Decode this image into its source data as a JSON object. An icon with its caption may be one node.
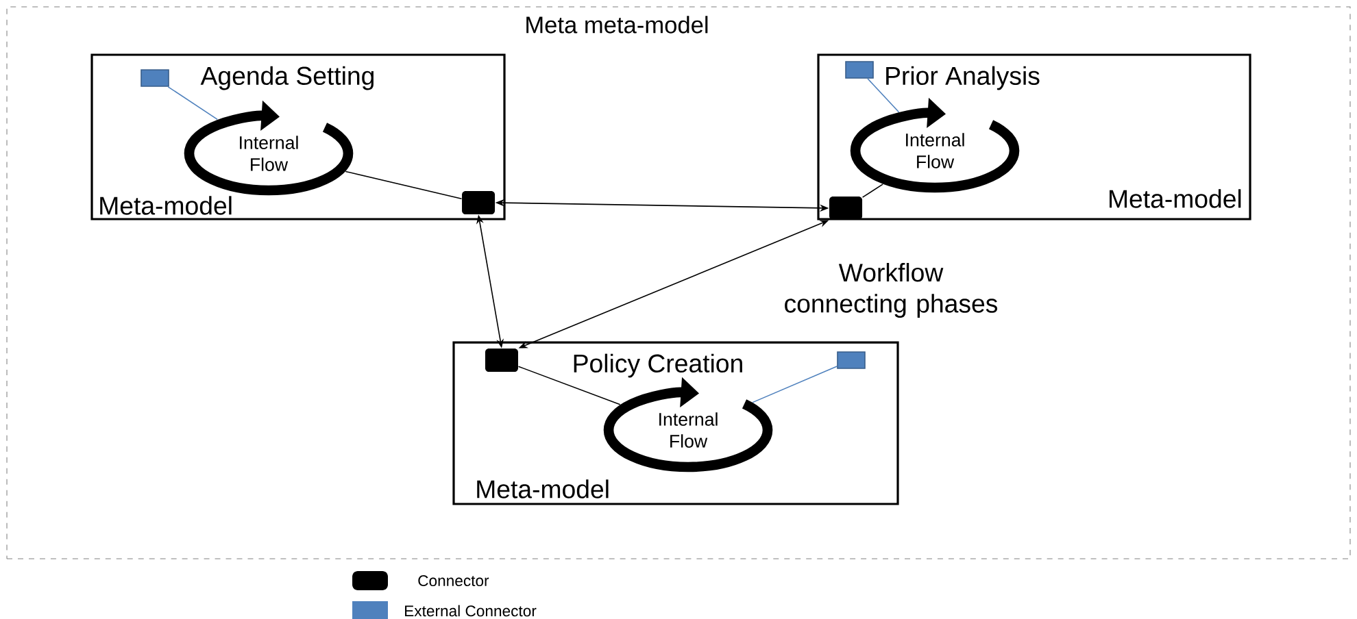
{
  "diagram": {
    "nodes": [
      {
        "text": [
          "Meta meta-model"
        ]
      },
      {
        "text": [
          "Agenda Setting",
          "Meta-model"
        ],
        "in": 0
      },
      {
        "text": [
          "Internal Flow"
        ],
        "in": 1
      },
      {
        "text": [],
        "shape": "box",
        "in": 1
      },
      {
        "text": [],
        "shape": "box",
        "in": 1
      },
      {
        "text": [
          "Prior Analysis",
          "Meta-model"
        ],
        "in": 0
      },
      {
        "text": [
          "Internal Flow"
        ],
        "in": 5
      },
      {
        "text": [],
        "shape": "box",
        "in": 5
      },
      {
        "text": [],
        "shape": "box",
        "in": 5
      },
      {
        "text": [
          "Policy Creation",
          "Meta-model"
        ],
        "in": 0
      },
      {
        "text": [],
        "shape": "box",
        "in": 9
      },
      {
        "text": [
          "Internal Flow"
        ],
        "in": 9
      },
      {
        "text": [],
        "shape": "box",
        "in": 9
      }
    ],
    "edges": [
      {
        "from": 3,
        "to": 2,
        "arrow": "none",
        "color": "#4f81bd"
      },
      {
        "from": 2,
        "to": 4,
        "arrow": "none"
      },
      {
        "from": 4,
        "to": 8,
        "arrow": "both"
      },
      {
        "from": 4,
        "to": 10,
        "arrow": "both"
      },
      {
        "from": 8,
        "to": 10,
        "arrow": "both"
      },
      {
        "from": 7,
        "to": 6,
        "arrow": "none",
        "color": "#4f81bd"
      },
      {
        "from": 6,
        "to": 8,
        "arrow": "none"
      },
      {
        "from": 10,
        "to": 11,
        "arrow": "none"
      },
      {
        "from": 12,
        "to": 11,
        "arrow": "none",
        "color": "#4f81bd"
      }
    ],
    "labels": [
      "Workflow connecting phases"
    ],
    "legend": [
      {
        "text": "Connector",
        "color": "#000000"
      },
      {
        "text": "External Connector",
        "color": "#4f81bd"
      }
    ]
  }
}
